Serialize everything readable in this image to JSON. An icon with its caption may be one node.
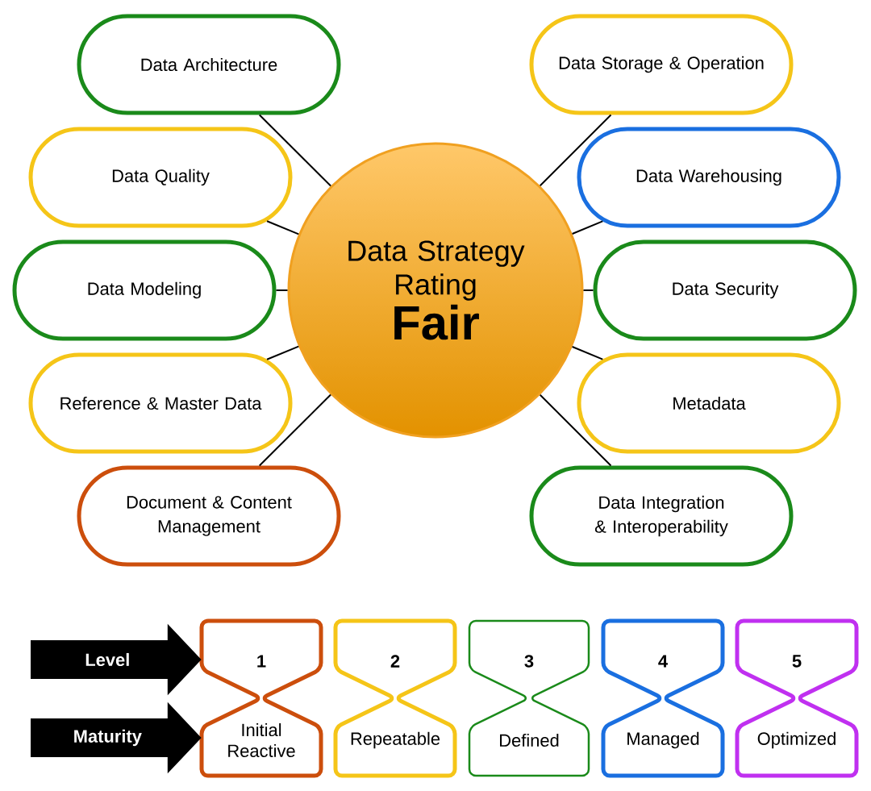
{
  "diagram": {
    "nodes": [
      {
        "text": [
          "Data Strategy Rating",
          "Fair"
        ]
      },
      {
        "text": [
          "Data Architecture"
        ]
      },
      {
        "text": [
          "Data Storage & Operation"
        ]
      },
      {
        "text": [
          "Data Quality"
        ]
      },
      {
        "text": [
          "Data Warehousing"
        ]
      },
      {
        "text": [
          "Data Modeling"
        ]
      },
      {
        "text": [
          "Data Security"
        ]
      },
      {
        "text": [
          "Reference & Master Data"
        ]
      },
      {
        "text": [
          "Metadata"
        ]
      },
      {
        "text": [
          "Document & Content Management"
        ]
      },
      {
        "text": [
          "Data Integration & Interoperability"
        ]
      },
      {
        "text": [
          "1",
          "Initial Reactive"
        ]
      },
      {
        "text": [
          "2",
          "Repeatable"
        ]
      },
      {
        "text": [
          "3",
          "Defined"
        ]
      },
      {
        "text": [
          "4",
          "Managed"
        ]
      },
      {
        "text": [
          "5",
          "Optimized"
        ]
      }
    ],
    "edges": [
      {
        "from": 0,
        "to": 1,
        "arrow": "none"
      },
      {
        "from": 0,
        "to": 2,
        "arrow": "none"
      },
      {
        "from": 0,
        "to": 3,
        "arrow": "none"
      },
      {
        "from": 0,
        "to": 4,
        "arrow": "none"
      },
      {
        "from": 0,
        "to": 5,
        "arrow": "none"
      },
      {
        "from": 0,
        "to": 6,
        "arrow": "none"
      },
      {
        "from": 0,
        "to": 7,
        "arrow": "none"
      },
      {
        "from": 0,
        "to": 8,
        "arrow": "none"
      },
      {
        "from": 0,
        "to": 9,
        "arrow": "none"
      },
      {
        "from": 0,
        "to": 10,
        "arrow": "none"
      },
      {
        "from": null,
        "to": 11,
        "arrow": "to",
        "style": "thick",
        "label": "Level"
      },
      {
        "from": null,
        "to": 11,
        "arrow": "to",
        "style": "thick",
        "label": "Maturity"
      }
    ]
  }
}
